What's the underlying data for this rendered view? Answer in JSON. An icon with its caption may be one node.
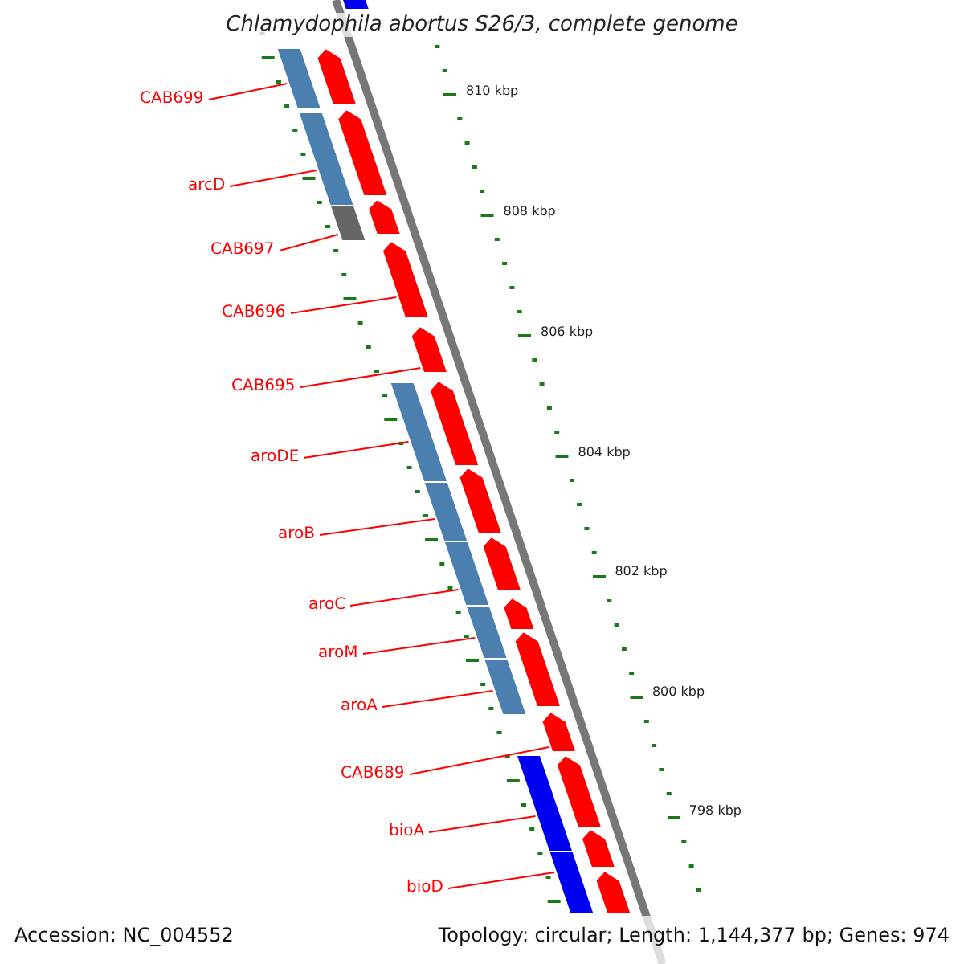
{
  "diagram": {
    "title": "Chlamydophila abortus S26/3, complete genome",
    "nodes": [
      {
        "text": [
          "CAB699"
        ]
      },
      {
        "text": [
          "arcD"
        ]
      },
      {
        "text": [
          "CAB697"
        ]
      },
      {
        "text": [
          "CAB696"
        ]
      },
      {
        "text": [
          "CAB695"
        ]
      },
      {
        "text": [
          "aroDE"
        ]
      },
      {
        "text": [
          "aroB"
        ]
      },
      {
        "text": [
          "aroC"
        ]
      },
      {
        "text": [
          "aroM"
        ]
      },
      {
        "text": [
          "aroA"
        ]
      },
      {
        "text": [
          "CAB689"
        ]
      },
      {
        "text": [
          "bioA"
        ]
      },
      {
        "text": [
          "bioD"
        ]
      },
      {
        "text": [],
        "shape": "bar"
      },
      {
        "text": [],
        "shape": "bar"
      },
      {
        "text": [],
        "shape": "bar"
      },
      {
        "text": [],
        "shape": "bar"
      },
      {
        "text": [],
        "shape": "bar"
      },
      {
        "text": [],
        "shape": "bar"
      },
      {
        "text": [],
        "shape": "bar"
      },
      {
        "text": [],
        "shape": "bar"
      },
      {
        "text": [],
        "shape": "bar"
      },
      {
        "text": [],
        "shape": "bar"
      },
      {
        "text": [],
        "shape": "bar"
      },
      {
        "text": [],
        "shape": "pentagon"
      },
      {
        "text": [],
        "shape": "pentagon"
      },
      {
        "text": [],
        "shape": "pentagon"
      },
      {
        "text": [],
        "shape": "pentagon"
      },
      {
        "text": [],
        "shape": "pentagon"
      },
      {
        "text": [],
        "shape": "pentagon"
      },
      {
        "text": [],
        "shape": "pentagon"
      },
      {
        "text": [],
        "shape": "pentagon"
      },
      {
        "text": [],
        "shape": "pentagon"
      },
      {
        "text": [],
        "shape": "pentagon"
      },
      {
        "text": [],
        "shape": "pentagon"
      },
      {
        "text": [],
        "shape": "pentagon"
      },
      {
        "text": [],
        "shape": "pentagon"
      },
      {
        "text": [],
        "shape": "pentagon"
      }
    ],
    "edges": [
      {
        "from": 0,
        "to": 14,
        "arrow": "none"
      },
      {
        "from": 1,
        "to": 15,
        "arrow": "none"
      },
      {
        "from": 2,
        "to": 16,
        "arrow": "none"
      },
      {
        "from": 3,
        "to": 27,
        "arrow": "none"
      },
      {
        "from": 4,
        "to": 28,
        "arrow": "none"
      },
      {
        "from": 5,
        "to": 17,
        "arrow": "none"
      },
      {
        "from": 6,
        "to": 18,
        "arrow": "none"
      },
      {
        "from": 7,
        "to": 19,
        "arrow": "none"
      },
      {
        "from": 8,
        "to": 20,
        "arrow": "none"
      },
      {
        "from": 9,
        "to": 21,
        "arrow": "none"
      },
      {
        "from": 10,
        "to": 34,
        "arrow": "none"
      },
      {
        "from": 11,
        "to": 22,
        "arrow": "none"
      },
      {
        "from": 12,
        "to": 23,
        "arrow": "none"
      }
    ],
    "labels": [
      "810 kbp",
      "808 kbp",
      "806 kbp",
      "804 kbp",
      "802 kbp",
      "800 kbp",
      "798 kbp",
      "Accession: NC_004552",
      "Topology: circular; Length: 1,144,377 bp; Genes: 974"
    ]
  }
}
